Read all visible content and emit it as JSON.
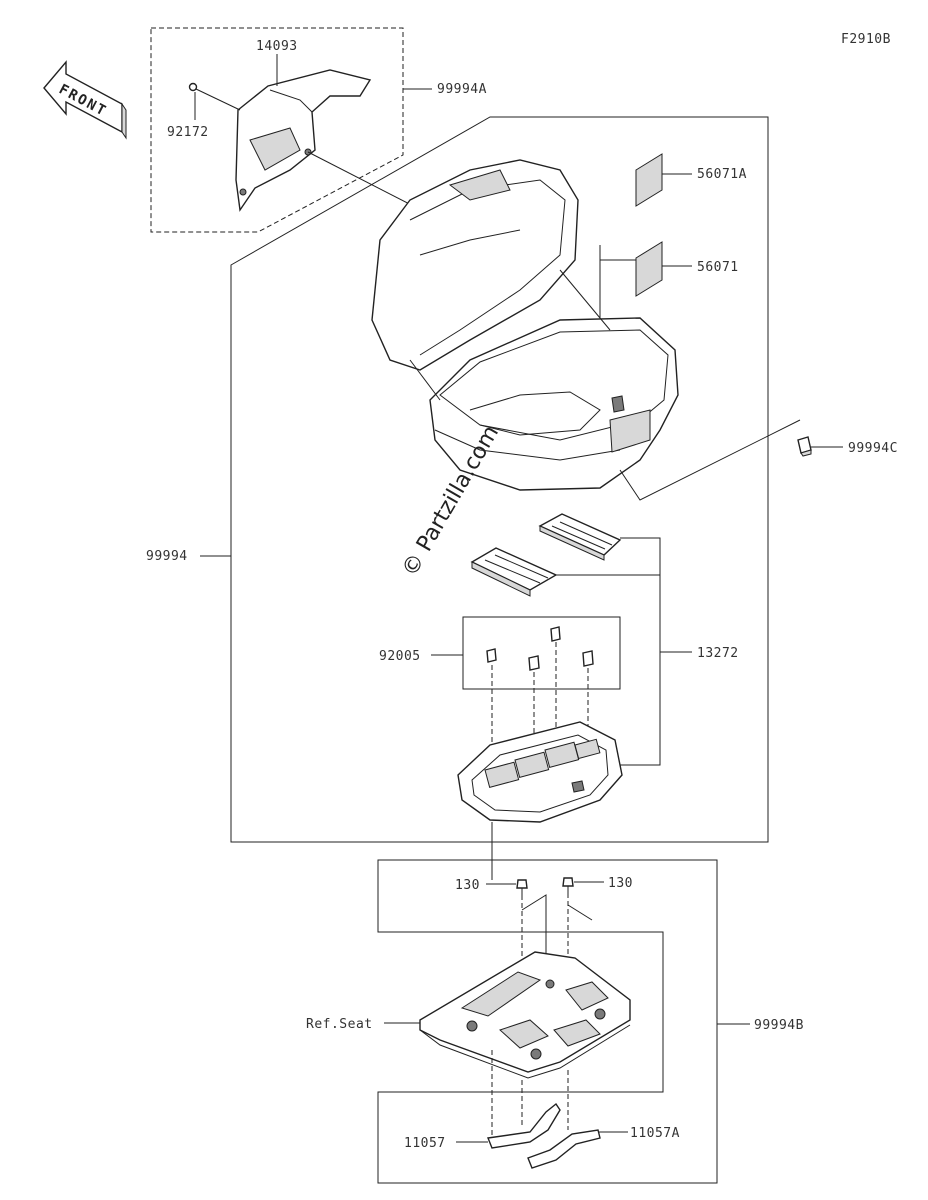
{
  "diagram_code": "F2910B",
  "front_label": "FRONT",
  "watermark": "© Partzilla.com",
  "parts": {
    "p14093": "14093",
    "p92172": "92172",
    "p99994A": "99994A",
    "p56071A": "56071A",
    "p56071": "56071",
    "p99994C": "99994C",
    "p99994": "99994",
    "p92005": "92005",
    "p13272": "13272",
    "p130_left": "130",
    "p130_right": "130",
    "ref_seat": "Ref.Seat",
    "p99994B": "99994B",
    "p11057": "11057",
    "p11057A": "11057A"
  }
}
